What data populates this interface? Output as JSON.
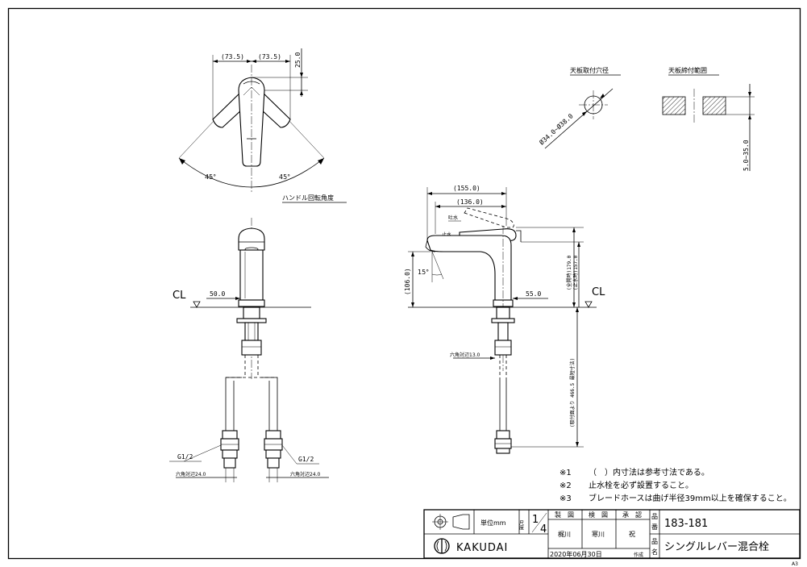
{
  "sheet_size": "A3",
  "sections": {
    "handle_rotation": "ハンドル回転角度",
    "counter_hole": "天板取付穴径",
    "counter_range": "天板締付範囲"
  },
  "dims": {
    "d73_5_left": "(73.5)",
    "d73_5_right": "(73.5)",
    "d25": "25.0",
    "ang45_left": "45°",
    "ang45_right": "45°",
    "d50": "50.0",
    "d155": "(155.0)",
    "d136": "(136.0)",
    "d106": "(106.0)",
    "ang15": "15°",
    "d55": "55.0",
    "d179": "(全開時)179.0",
    "d157": "(止水時)157.0",
    "hole": "Ø34.0~Ø38.0",
    "range": "5.0~35.0",
    "hex13": "六角対辺13.0",
    "hex24_left": "六角対辺24.0",
    "hex24_right": "六角対辺24.0",
    "g12_left": "G1/2",
    "g12_right": "G1/2",
    "hose": "(取付面より 466.5 最短寸法)",
    "cl_left": "CL",
    "cl_right": "CL",
    "tap_open": "吐水",
    "tap_close": "止水"
  },
  "notes": [
    {
      "mark": "※1",
      "text": "（　）内寸法は参考寸法である。"
    },
    {
      "mark": "※2",
      "text": "止水栓を必ず設置すること。"
    },
    {
      "mark": "※3",
      "text": "ブレードホースは曲げ半径39mm以上を確保すること。"
    }
  ],
  "title_block": {
    "unit": "単位mm",
    "scale_label": "尺度",
    "scale_num": "1",
    "scale_den": "4",
    "drafted_h": "製　図",
    "checked_h": "検　図",
    "approved_h": "承　認",
    "drafted": "梶川",
    "checked": "寒川",
    "approved": "祝",
    "date": "2020年06月30日",
    "made": "作成",
    "no_label_1": "品",
    "no_label_2": "番",
    "name_label_1": "品",
    "name_label_2": "名",
    "part_no": "183-181",
    "part_name": "シングルレバー混合栓",
    "brand": "KAKUDAI"
  }
}
